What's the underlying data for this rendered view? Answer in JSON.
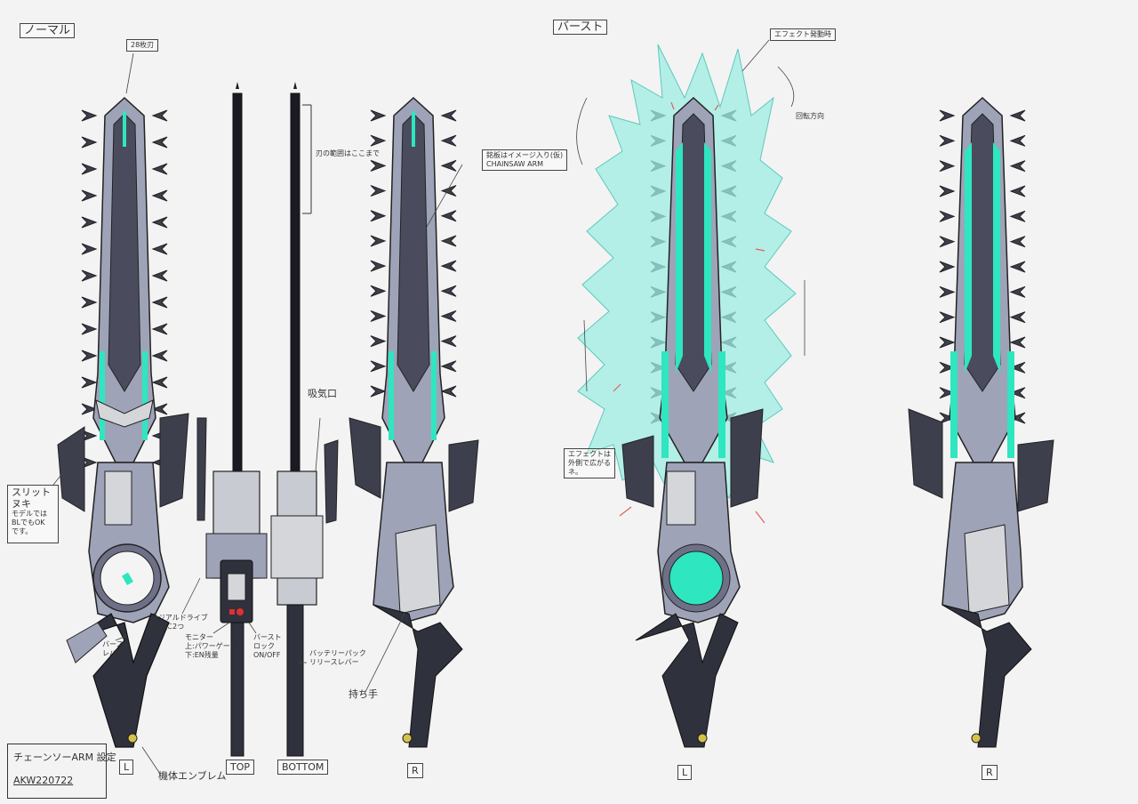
{
  "sections": {
    "normal": "ノーマル",
    "burst": "バースト"
  },
  "annotations": {
    "blade_count": "28枚刃",
    "slot": "スリット",
    "slot_sub": "ヌキ",
    "slot_note_1": "モデルでは",
    "slot_note_2": "BLでもOK",
    "slot_note_3": "です。",
    "range_note": "刃の範囲はここまで",
    "side_note_1": "銘板はイメージ入り(仮)",
    "side_note_2": "CHAINSAW ARM",
    "exhaust": "吸気口",
    "burst_lever": "バースト",
    "burst_lever_2": "レバー",
    "drive": "ラジアルドライブ",
    "drive_2": "左右に2つ",
    "monitor": "モニター",
    "monitor_2": "上:パワーゲージ",
    "monitor_3": "下:EN残量",
    "burst_lock": "バースト",
    "burst_lock_2": "ロック",
    "burst_lock_3": "ON/OFF",
    "battery": "バッテリーパック",
    "battery_2": "リリースレバー",
    "grip": "持ち手",
    "emblem": "機体エンブレム",
    "effect": "エフェクト発動時",
    "rotation": "回転方向",
    "effect_note_1": "エフェクトは",
    "effect_note_2": "外側で広がる",
    "effect_note_3": "ネ。"
  },
  "views": {
    "left": "L",
    "top": "TOP",
    "bottom": "BOTTOM",
    "right": "R",
    "burst_left": "L",
    "burst_right": "R"
  },
  "title_block": {
    "name": "チェーンソーARM",
    "sub": "設定",
    "date": "AKW220722"
  },
  "colors": {
    "accent": "#2ee6c0",
    "body": "#9ea3b8",
    "dark": "#4a4c5e",
    "effect": "#7fe8d8"
  }
}
